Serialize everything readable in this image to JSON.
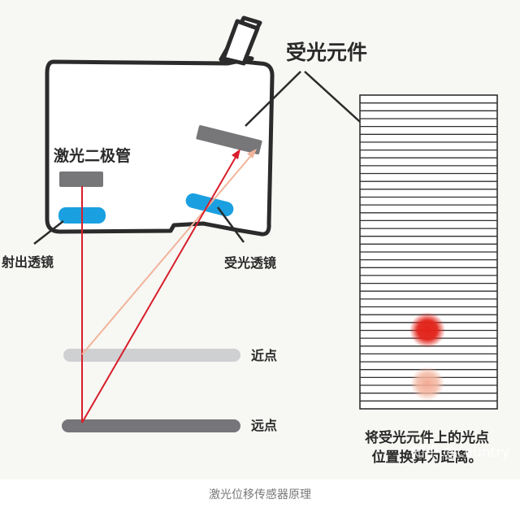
{
  "labels": {
    "receiver_element": "受光元件",
    "laser_diode": "激光二极管",
    "emit_lens": "射出透镜",
    "receive_lens": "受光透镜",
    "near_point": "近点",
    "far_point": "远点"
  },
  "note": {
    "line1": "将受光元件上的光点",
    "line2": "位置换算为距离。"
  },
  "watermark": "知乎 @country",
  "caption": "激光位移传感器原理",
  "colors": {
    "housing_stroke": "#2b2b2b",
    "component_gray": "#77777a",
    "lens_blue": "#1aa0e0",
    "beam_red": "#d81e2a",
    "beam_pink": "#f2b49a",
    "near_bar": "#cfd0d2",
    "far_bar": "#76767a",
    "grid_line": "#2f2f2f",
    "spot_red": "#e2231a",
    "spot_pale": "#f3b59e"
  }
}
